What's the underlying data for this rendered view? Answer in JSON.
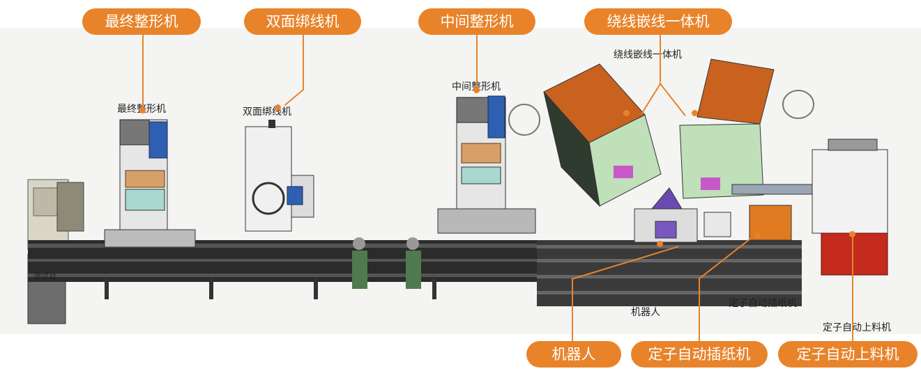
{
  "callouts": {
    "final_shaping": "最终整形机",
    "double_binding": "双面绑线机",
    "middle_shaping": "中间整形机",
    "winding_inserting": "绕线嵌线一体机",
    "robot": "机器人",
    "paper_inserting": "定子自动插纸机",
    "auto_loading": "定子自动上料机"
  },
  "drawing_labels": {
    "final_shaping": "最终整形机",
    "double_binding": "双面绑线机",
    "middle_shaping": "中间整形机",
    "winding_inserting": "绕线嵌线一体机",
    "robot": "机器人",
    "paper_inserting": "定子自动插纸机",
    "auto_loading": "定子自动上料机",
    "test_bench": "测试台"
  },
  "colors": {
    "accent": "#e8832a",
    "machine_orange": "#c8621e",
    "conveyor": "#2b2b2b",
    "machine_blue": "#2f5fb0",
    "frame_green": "#bfe0b8"
  }
}
